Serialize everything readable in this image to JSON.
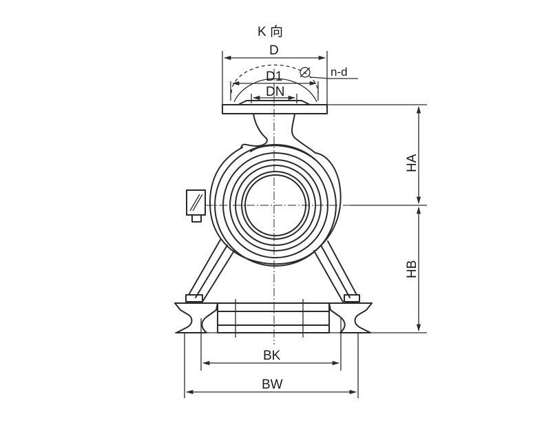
{
  "labels": {
    "view": "K 向",
    "d": "D",
    "d1": "D1",
    "dn": "DN",
    "nd": "n-d",
    "ha": "HA",
    "hb": "HB",
    "bk": "BK",
    "bw": "BW"
  },
  "colors": {
    "line": "#2a2a2a",
    "background": "#ffffff"
  }
}
